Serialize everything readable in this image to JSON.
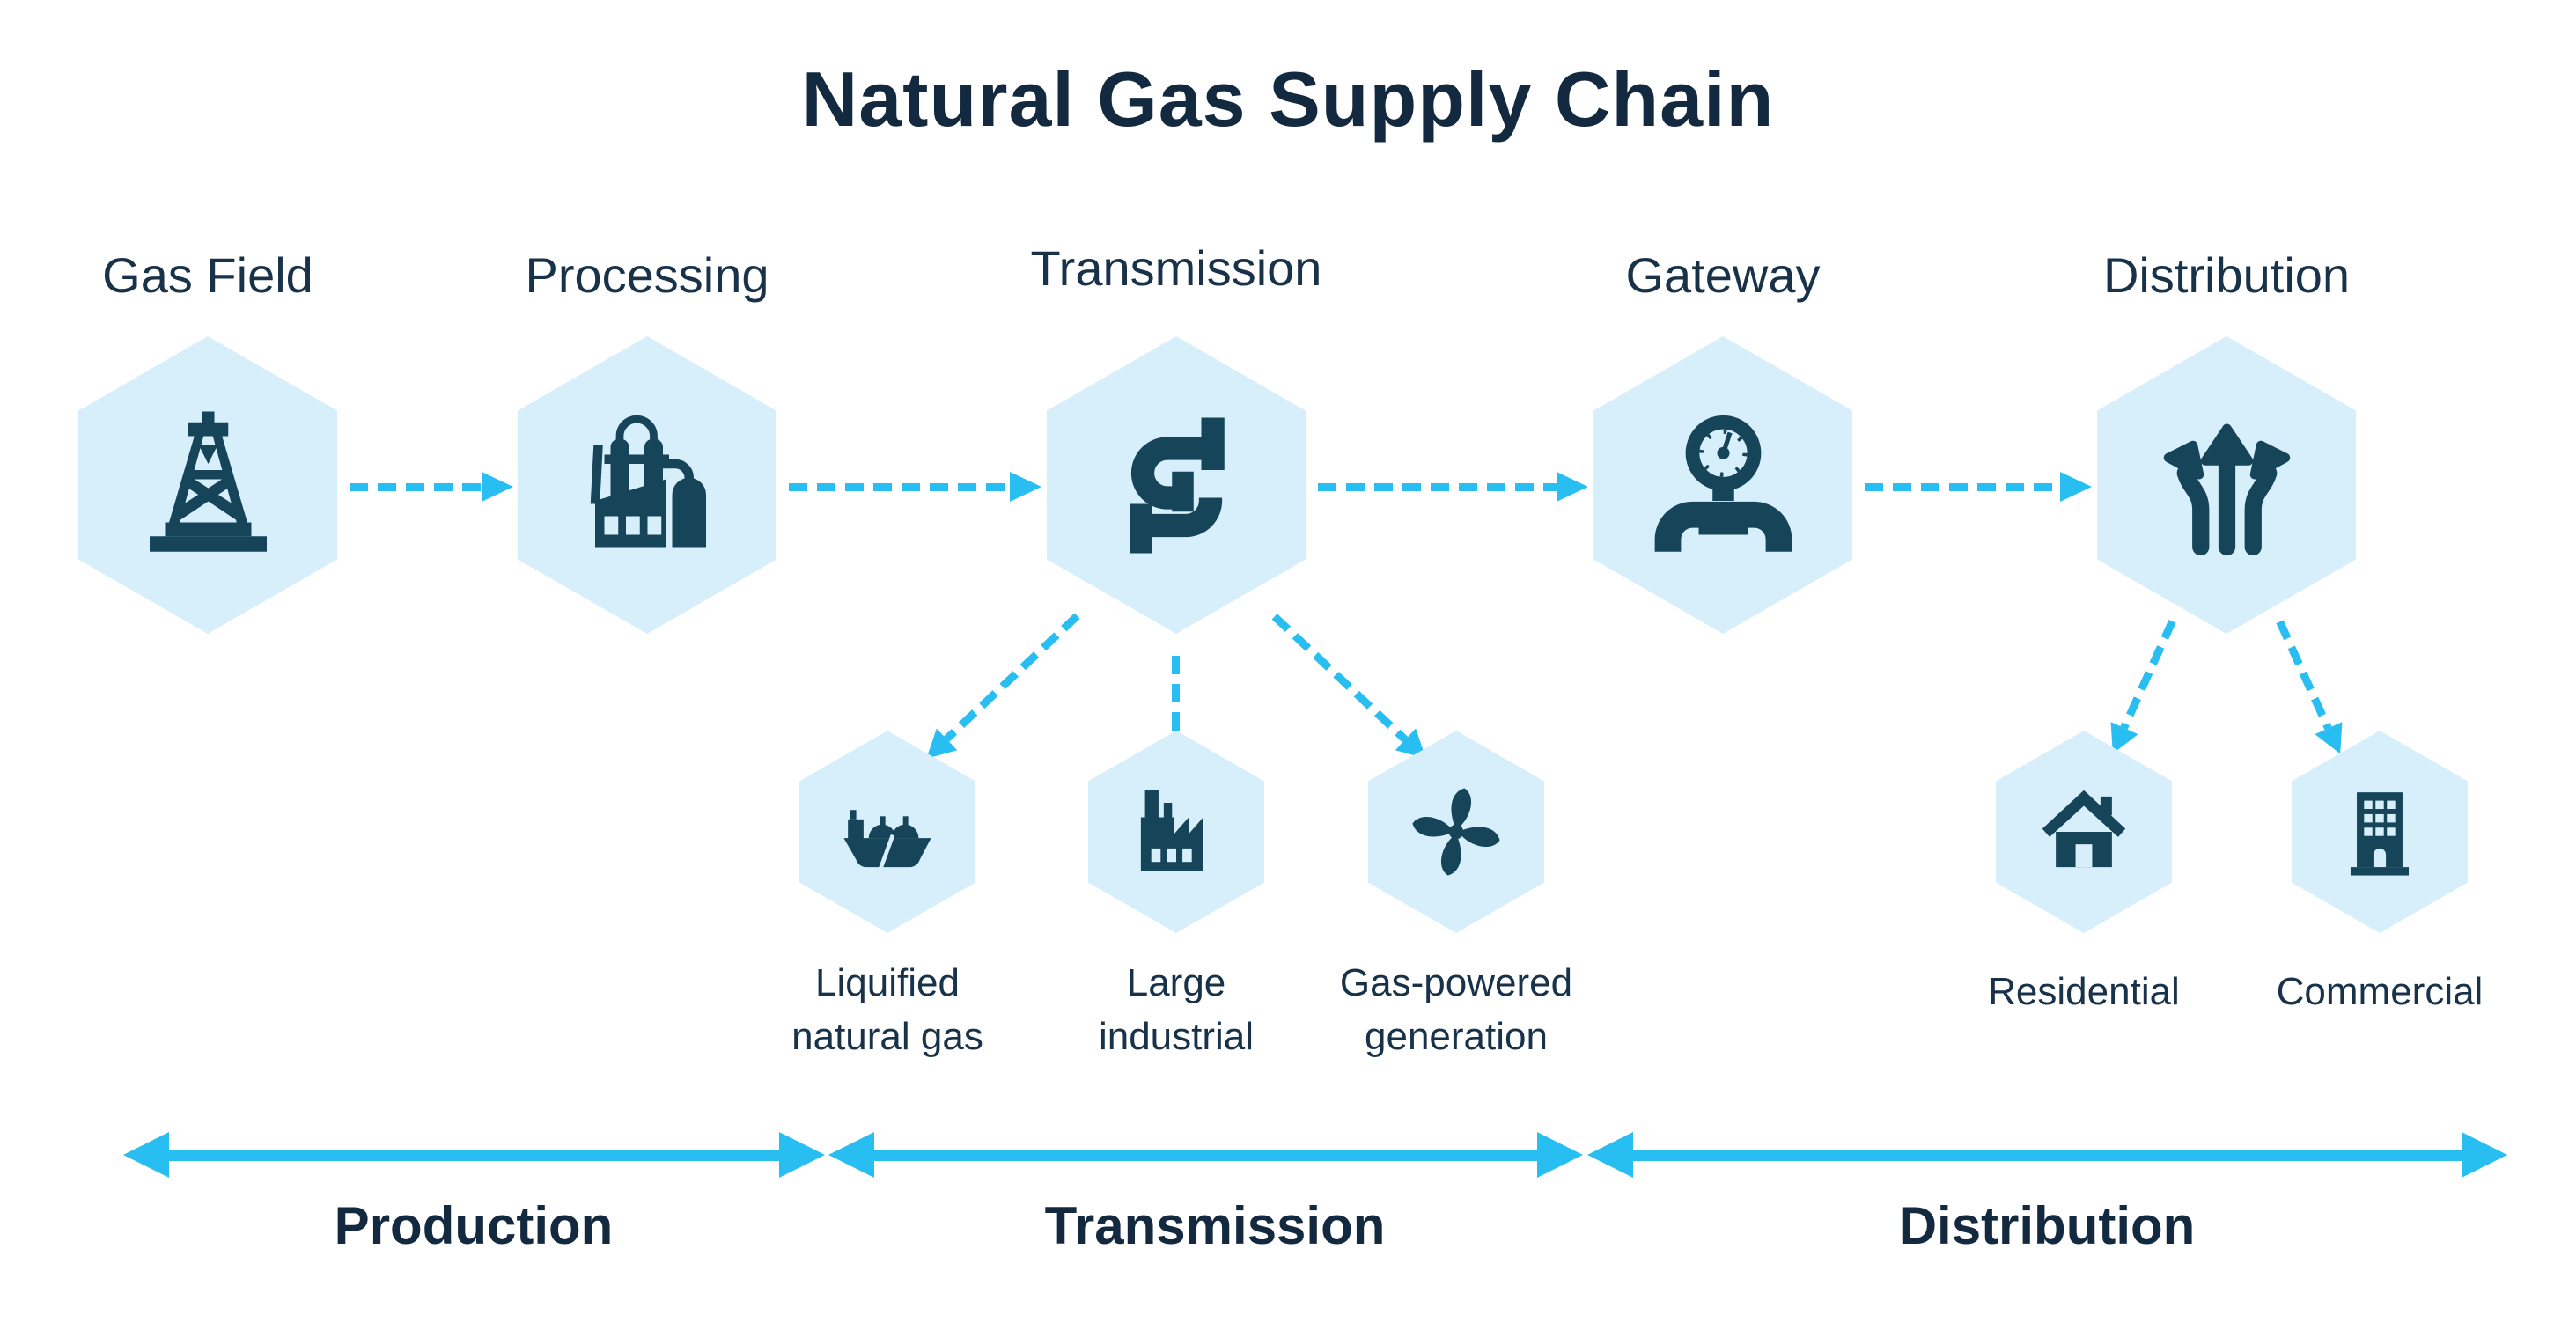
{
  "title": "Natural Gas Supply Chain",
  "colors": {
    "accent_cyan": "#29BEF2",
    "hexagon_fill": "#D6EFFB",
    "icon_navy": "#164459",
    "text_navy": "#18324A"
  },
  "stages": [
    {
      "label": "Gas Field",
      "icon": "oil-derrick-icon"
    },
    {
      "label": "Processing",
      "icon": "refinery-icon"
    },
    {
      "label": "Transmission",
      "icon": "pipeline-icon"
    },
    {
      "label": "Gateway",
      "icon": "gas-meter-icon"
    },
    {
      "label": "Distribution",
      "icon": "branch-arrows-icon"
    }
  ],
  "transmission_branches": [
    {
      "line1": "Liquified",
      "line2": "natural gas",
      "icon": "lng-ship-icon"
    },
    {
      "line1": "Large",
      "line2": "industrial",
      "icon": "factory-icon"
    },
    {
      "line1": "Gas-powered",
      "line2": "generation",
      "icon": "fan-icon"
    }
  ],
  "distribution_branches": [
    {
      "label": "Residential",
      "icon": "house-icon"
    },
    {
      "label": "Commercial",
      "icon": "office-building-icon"
    }
  ],
  "phases": [
    {
      "label": "Production"
    },
    {
      "label": "Transmission"
    },
    {
      "label": "Distribution"
    }
  ]
}
